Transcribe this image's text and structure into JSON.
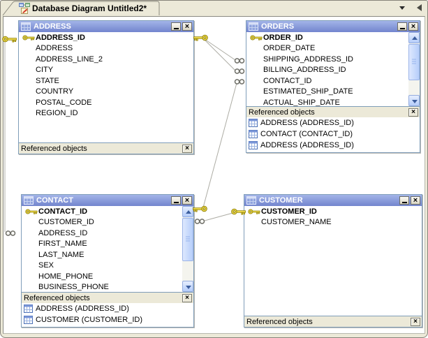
{
  "window": {
    "tab_title": "Database Diagram Untitled2*"
  },
  "controls": {
    "close_label": "×",
    "panel_close_label": "×"
  },
  "icons": {
    "tab": "database-diagram-icon",
    "titlebar": "table-icon",
    "list_item": "table-icon",
    "primary_key": "key-icon",
    "relationship_one_side": "key-icon",
    "relationship_many_side": "infinity-icon",
    "tab_dropdown": "chevron-down-icon"
  },
  "colors": {
    "frame_bg": "#ECE9D8",
    "canvas_bg": "#FFFFFF",
    "titlebar_top": "#A3B4E8",
    "titlebar_bottom": "#7285CE",
    "window_border": "#7F9DB9",
    "relationship_line": "#ADACA4",
    "key_fill": "#F2DE52",
    "key_stroke": "#8F7F00",
    "scrollbar_face": "#B6CEFA"
  },
  "tables": [
    {
      "name": "ADDRESS",
      "panel_label": "Referenced objects",
      "fields": [
        {
          "name": "ADDRESS_ID",
          "pk": true
        },
        {
          "name": "ADDRESS",
          "pk": false
        },
        {
          "name": "ADDRESS_LINE_2",
          "pk": false
        },
        {
          "name": "CITY",
          "pk": false
        },
        {
          "name": "STATE",
          "pk": false
        },
        {
          "name": "COUNTRY",
          "pk": false
        },
        {
          "name": "POSTAL_CODE",
          "pk": false
        },
        {
          "name": "REGION_ID",
          "pk": false
        }
      ],
      "referenced": []
    },
    {
      "name": "ORDERS",
      "panel_label": "Referenced objects",
      "fields": [
        {
          "name": "ORDER_ID",
          "pk": true
        },
        {
          "name": "ORDER_DATE",
          "pk": false
        },
        {
          "name": "SHIPPING_ADDRESS_ID",
          "pk": false
        },
        {
          "name": "BILLING_ADDRESS_ID",
          "pk": false
        },
        {
          "name": "CONTACT_ID",
          "pk": false
        },
        {
          "name": "ESTIMATED_SHIP_DATE",
          "pk": false
        },
        {
          "name": "ACTUAL_SHIP_DATE",
          "pk": false
        }
      ],
      "referenced": [
        "ADDRESS (ADDRESS_ID)",
        "CONTACT (CONTACT_ID)",
        "ADDRESS (ADDRESS_ID)"
      ]
    },
    {
      "name": "CONTACT",
      "panel_label": "Referenced objects",
      "fields": [
        {
          "name": "CONTACT_ID",
          "pk": true
        },
        {
          "name": "CUSTOMER_ID",
          "pk": false
        },
        {
          "name": "ADDRESS_ID",
          "pk": false
        },
        {
          "name": "FIRST_NAME",
          "pk": false
        },
        {
          "name": "LAST_NAME",
          "pk": false
        },
        {
          "name": "SEX",
          "pk": false
        },
        {
          "name": "HOME_PHONE",
          "pk": false
        },
        {
          "name": "BUSINESS_PHONE",
          "pk": false
        }
      ],
      "referenced": [
        "ADDRESS (ADDRESS_ID)",
        "CUSTOMER (CUSTOMER_ID)"
      ]
    },
    {
      "name": "CUSTOMER",
      "panel_label": "Referenced objects",
      "fields": [
        {
          "name": "CUSTOMER_ID",
          "pk": true
        },
        {
          "name": "CUSTOMER_NAME",
          "pk": false
        }
      ],
      "referenced": []
    }
  ]
}
